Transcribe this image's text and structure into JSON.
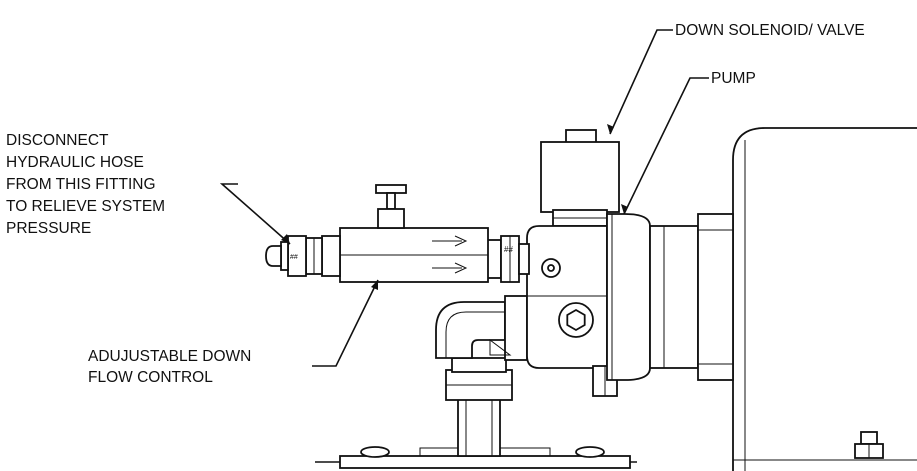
{
  "labels": {
    "down_solenoid": "DOWN SOLENOID/ VALVE",
    "pump": "PUMP",
    "disconnect": [
      "DISCONNECT",
      "HYDRAULIC HOSE",
      "FROM THIS FITTING",
      "TO RELIEVE SYSTEM",
      "PRESSURE"
    ],
    "flow_control": [
      "ADUJUSTABLE DOWN",
      "FLOW CONTROL"
    ]
  },
  "colors": {
    "line": "#111111",
    "background": "#ffffff"
  }
}
